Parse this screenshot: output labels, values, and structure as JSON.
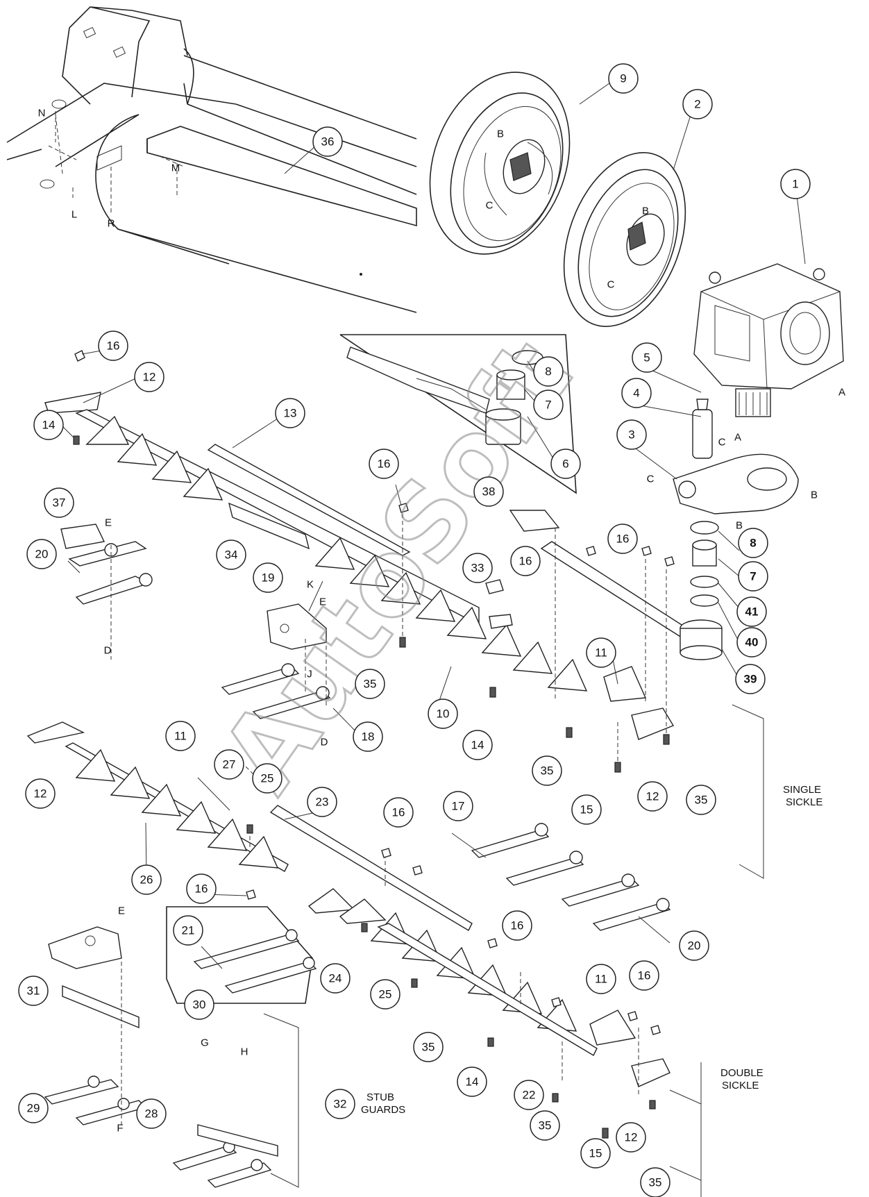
{
  "watermark": "AutoSoft",
  "callouts": [
    {
      "id": "c9",
      "n": "9",
      "bold": false
    },
    {
      "id": "c2",
      "n": "2",
      "bold": false
    },
    {
      "id": "c1",
      "n": "1",
      "bold": false
    },
    {
      "id": "c36",
      "n": "36",
      "bold": false
    },
    {
      "id": "c16a",
      "n": "16",
      "bold": false
    },
    {
      "id": "c12a",
      "n": "12",
      "bold": false
    },
    {
      "id": "c14a",
      "n": "14",
      "bold": false
    },
    {
      "id": "c8a",
      "n": "8",
      "bold": false
    },
    {
      "id": "c7a",
      "n": "7",
      "bold": false
    },
    {
      "id": "c6",
      "n": "6",
      "bold": false
    },
    {
      "id": "c5",
      "n": "5",
      "bold": false
    },
    {
      "id": "c4",
      "n": "4",
      "bold": false
    },
    {
      "id": "c3",
      "n": "3",
      "bold": false
    },
    {
      "id": "c13",
      "n": "13",
      "bold": false
    },
    {
      "id": "c16b",
      "n": "16",
      "bold": false
    },
    {
      "id": "c38",
      "n": "38",
      "bold": false
    },
    {
      "id": "c37",
      "n": "37",
      "bold": false
    },
    {
      "id": "c20a",
      "n": "20",
      "bold": false
    },
    {
      "id": "c34",
      "n": "34",
      "bold": false
    },
    {
      "id": "c8b",
      "n": "8",
      "bold": true
    },
    {
      "id": "c16c",
      "n": "16",
      "bold": false
    },
    {
      "id": "c7b",
      "n": "7",
      "bold": true
    },
    {
      "id": "c33",
      "n": "33",
      "bold": false
    },
    {
      "id": "c16d",
      "n": "16",
      "bold": false
    },
    {
      "id": "c41",
      "n": "41",
      "bold": true
    },
    {
      "id": "c19",
      "n": "19",
      "bold": false
    },
    {
      "id": "c40",
      "n": "40",
      "bold": true
    },
    {
      "id": "c11a",
      "n": "11",
      "bold": false
    },
    {
      "id": "c39",
      "n": "39",
      "bold": true
    },
    {
      "id": "c35a",
      "n": "35",
      "bold": false
    },
    {
      "id": "c10",
      "n": "10",
      "bold": false
    },
    {
      "id": "c18",
      "n": "18",
      "bold": false
    },
    {
      "id": "c14b",
      "n": "14",
      "bold": false
    },
    {
      "id": "c11b",
      "n": "11",
      "bold": false
    },
    {
      "id": "c35b",
      "n": "35",
      "bold": false
    },
    {
      "id": "c12b",
      "n": "12",
      "bold": false
    },
    {
      "id": "c27",
      "n": "27",
      "bold": false
    },
    {
      "id": "c25a",
      "n": "25",
      "bold": false
    },
    {
      "id": "c23",
      "n": "23",
      "bold": false
    },
    {
      "id": "c12c",
      "n": "12",
      "bold": false
    },
    {
      "id": "c35c",
      "n": "35",
      "bold": false
    },
    {
      "id": "c15a",
      "n": "15",
      "bold": false
    },
    {
      "id": "c16e",
      "n": "16",
      "bold": false
    },
    {
      "id": "c17",
      "n": "17",
      "bold": false
    },
    {
      "id": "c26",
      "n": "26",
      "bold": false
    },
    {
      "id": "c16f",
      "n": "16",
      "bold": false
    },
    {
      "id": "c20b",
      "n": "20",
      "bold": false
    },
    {
      "id": "c21",
      "n": "21",
      "bold": false
    },
    {
      "id": "c16g",
      "n": "16",
      "bold": false
    },
    {
      "id": "c24",
      "n": "24",
      "bold": false
    },
    {
      "id": "c25b",
      "n": "25",
      "bold": false
    },
    {
      "id": "c31",
      "n": "31",
      "bold": false
    },
    {
      "id": "c11c",
      "n": "11",
      "bold": false
    },
    {
      "id": "c16h",
      "n": "16",
      "bold": false
    },
    {
      "id": "c30",
      "n": "30",
      "bold": false
    },
    {
      "id": "c35d",
      "n": "35",
      "bold": false
    },
    {
      "id": "c14c",
      "n": "14",
      "bold": false
    },
    {
      "id": "c22",
      "n": "22",
      "bold": false
    },
    {
      "id": "c29",
      "n": "29",
      "bold": false
    },
    {
      "id": "c32",
      "n": "32",
      "bold": false
    },
    {
      "id": "c28",
      "n": "28",
      "bold": false
    },
    {
      "id": "c35e",
      "n": "35",
      "bold": false
    },
    {
      "id": "c15b",
      "n": "15",
      "bold": false
    },
    {
      "id": "c12d",
      "n": "12",
      "bold": false
    },
    {
      "id": "c35f",
      "n": "35",
      "bold": false
    }
  ],
  "letters": [
    {
      "id": "lN",
      "t": "N"
    },
    {
      "id": "lL",
      "t": "L"
    },
    {
      "id": "lR",
      "t": "R"
    },
    {
      "id": "lM",
      "t": "M"
    },
    {
      "id": "lB1",
      "t": "B"
    },
    {
      "id": "lC1",
      "t": "C"
    },
    {
      "id": "lB2",
      "t": "B"
    },
    {
      "id": "lC2",
      "t": "C"
    },
    {
      "id": "lA1",
      "t": "A"
    },
    {
      "id": "lC3",
      "t": "C"
    },
    {
      "id": "lA2",
      "t": "A"
    },
    {
      "id": "lC4",
      "t": "C"
    },
    {
      "id": "lB3",
      "t": "B"
    },
    {
      "id": "lB4",
      "t": "B"
    },
    {
      "id": "lE1",
      "t": "E"
    },
    {
      "id": "lD1",
      "t": "D"
    },
    {
      "id": "lK",
      "t": "K"
    },
    {
      "id": "lE2",
      "t": "E"
    },
    {
      "id": "lJ",
      "t": "J"
    },
    {
      "id": "lD2",
      "t": "D"
    },
    {
      "id": "lE3",
      "t": "E"
    },
    {
      "id": "lF",
      "t": "F"
    },
    {
      "id": "lG",
      "t": "G"
    },
    {
      "id": "lH",
      "t": "H"
    }
  ],
  "group_labels": {
    "single_sickle": [
      "SINGLE",
      "SICKLE"
    ],
    "double_sickle": [
      "DOUBLE",
      "SICKLE"
    ],
    "stub_guards": [
      "STUB",
      "GUARDS"
    ]
  }
}
